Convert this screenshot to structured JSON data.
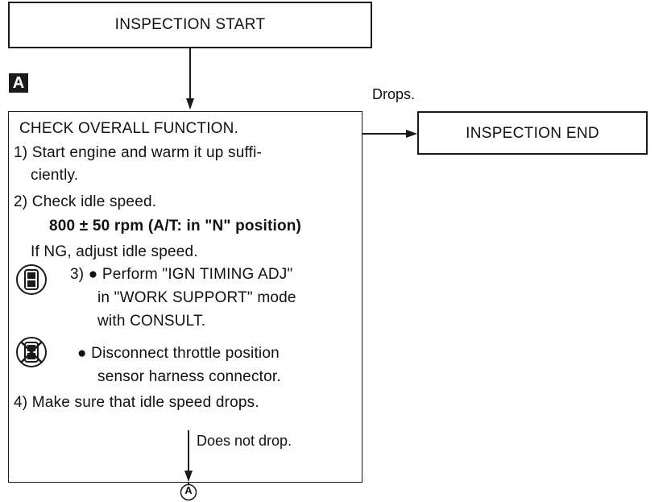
{
  "flowchart": {
    "start_label": "INSPECTION START",
    "end_label": "INSPECTION END",
    "section_badge": "A",
    "drops_label": "Drops.",
    "not_drop_label": "Does not drop.",
    "connector_label": "A",
    "procedure": {
      "title": "CHECK OVERALL FUNCTION.",
      "step1_a": "1) Start engine and warm it up suffi-",
      "step1_b": "ciently.",
      "step2": "2) Check idle speed.",
      "spec": "800 ± 50 rpm (A/T: in \"N\" position)",
      "ng_note": "If NG, adjust idle speed.",
      "step3_a": "3) ● Perform \"IGN TIMING ADJ\"",
      "step3_b": "in \"WORK SUPPORT\" mode",
      "step3_c": "with CONSULT.",
      "alt_a": "● Disconnect throttle position",
      "alt_b": "sensor harness connector.",
      "step4": "4) Make sure that idle speed drops."
    }
  }
}
